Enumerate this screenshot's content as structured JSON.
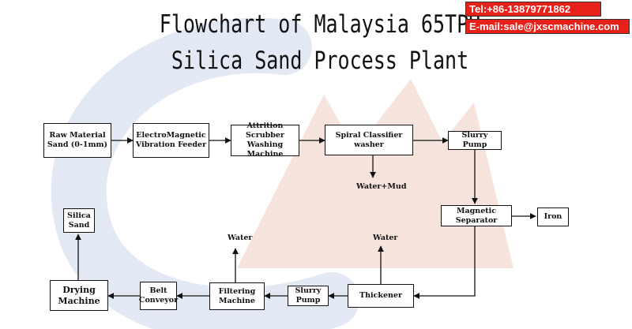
{
  "title": {
    "line1": "Flowchart of Malaysia 65TPH",
    "line2": "Silica Sand Process Plant"
  },
  "contact": {
    "tel": "Tel:+86-13879771862",
    "email": "E-mail:sale@jxscmachine.com"
  },
  "nodes": {
    "raw_material": "Raw Material\nSand (0-1mm)",
    "vibration_feeder": "ElectroMagnetic\nVibration Feeder",
    "attrition_scrubber": "Attrition Scrubber\nWashing Machine",
    "spiral_classifier": "Spiral Classifier\nwasher",
    "slurry_pump_1": "Slurry Pump",
    "magnetic_separator": "Magnetic Separator",
    "iron": "Iron",
    "thickener": "Thickener",
    "slurry_pump_2": "Slurry Pump",
    "filtering_machine": "Filtering\nMachine",
    "belt_conveyor": "Belt\nConveyor",
    "drying_machine": "Drying\nMachine",
    "silica_sand": "Silica\nSand"
  },
  "outputs": {
    "water_mud": "Water+Mud",
    "water_thickener": "Water",
    "water_filter": "Water"
  },
  "colors": {
    "watermark_blue": "#dfe6f3",
    "watermark_red": "#f2d2c8",
    "contact_bg": "#e8201a",
    "line": "#111111"
  }
}
